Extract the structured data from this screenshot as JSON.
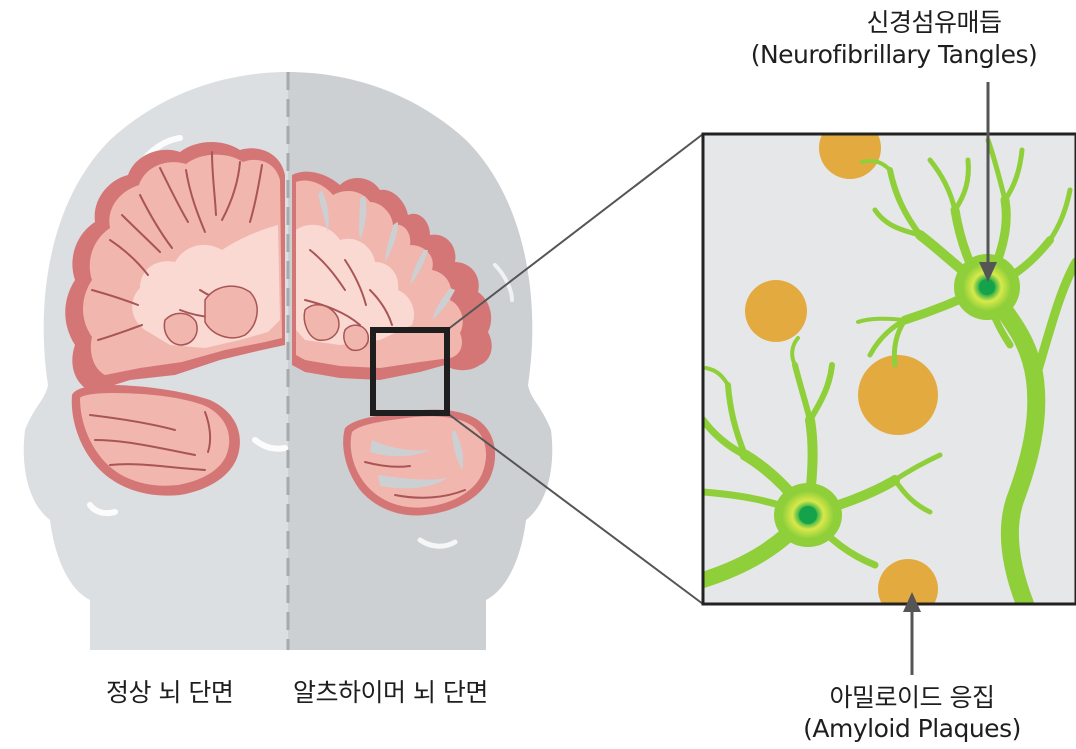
{
  "labels": {
    "normal_section": "정상 뇌 단면",
    "alzheimer_section": "알츠하이머 뇌 단면",
    "tangles_korean": "신경섬유매듭",
    "tangles_english": "(Neurofibrillary Tangles)",
    "plaques_korean": "아밀로이드 응집",
    "plaques_english": "(Amyloid Plaques)"
  },
  "colors": {
    "head_left": "#dcdfe2",
    "head_right": "#cdd0d3",
    "cortex_outer": "#d57676",
    "cortex_fill": "#f1b6ae",
    "white_matter": "#fad9d3",
    "fold_line": "#a95555",
    "zoom_bg": "#e6e7e8",
    "neuron": "#8fcf3a",
    "neuron_halo": "#d8e94a",
    "neuron_core": "#14a34a",
    "plaque": "#e3ab3f",
    "arrow": "#555555",
    "frame": "#222222"
  },
  "icons": {
    "tangles_arrow": "arrow-down-icon",
    "plaques_arrow": "arrow-up-icon"
  }
}
